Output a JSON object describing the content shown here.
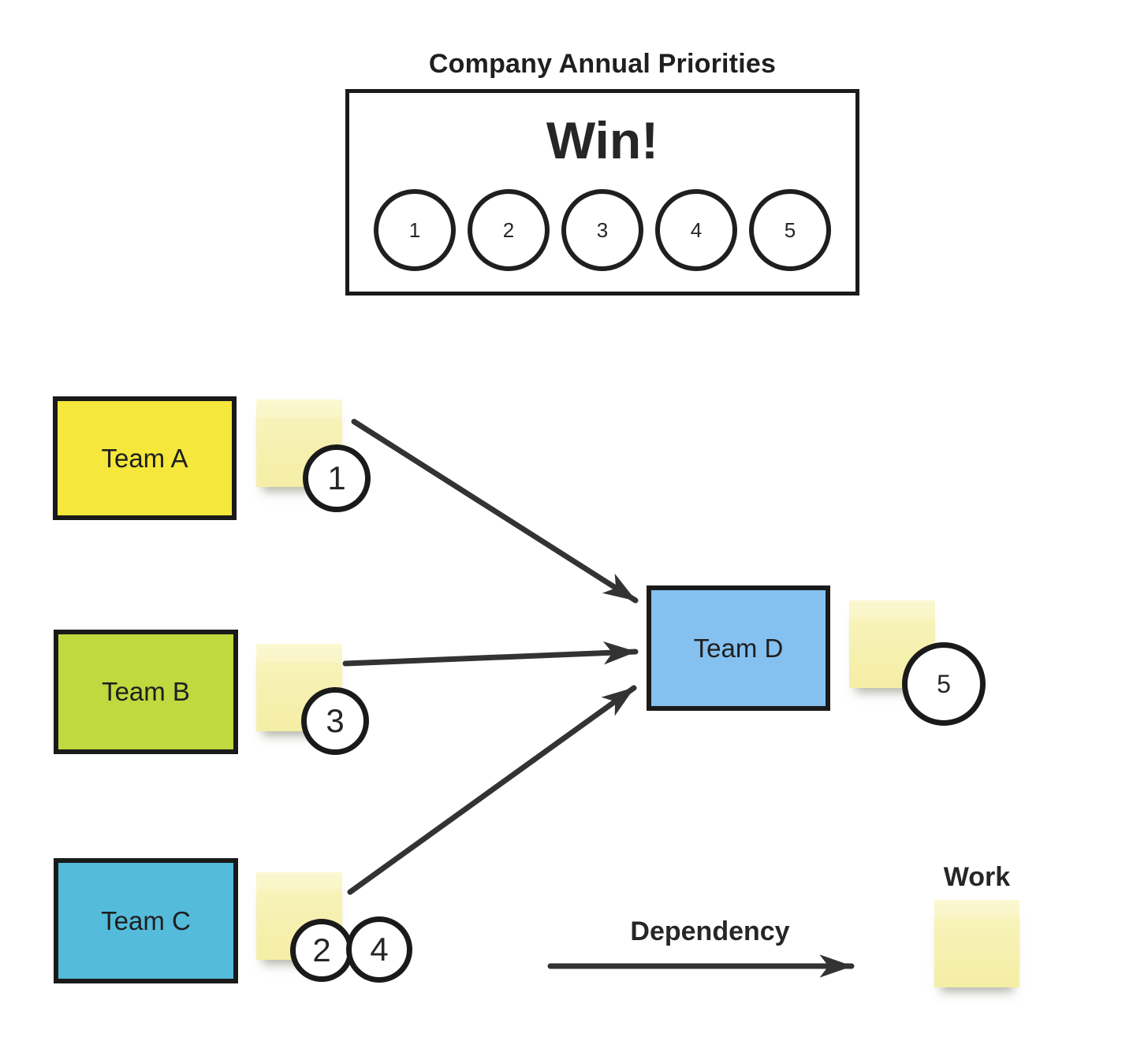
{
  "title": "Company Annual Priorities",
  "priorities": {
    "headline": "Win!",
    "circles": [
      "1",
      "2",
      "3",
      "4",
      "5"
    ]
  },
  "teams": [
    {
      "label": "Team A",
      "color": "#F5E73B",
      "badges": [
        "1"
      ]
    },
    {
      "label": "Team B",
      "color": "#BFD93F",
      "badges": [
        "3"
      ]
    },
    {
      "label": "Team C",
      "color": "#55BBDB",
      "badges": [
        "2",
        "4"
      ]
    },
    {
      "label": "Team D",
      "color": "#85C1F0",
      "badges": [
        "5"
      ]
    }
  ],
  "legend": {
    "dependency_label": "Dependency",
    "work_label": "Work"
  },
  "colors": {
    "arrow": "#333333",
    "outline": "#1A1A1A",
    "sticky_note": "#F8F3BC"
  }
}
